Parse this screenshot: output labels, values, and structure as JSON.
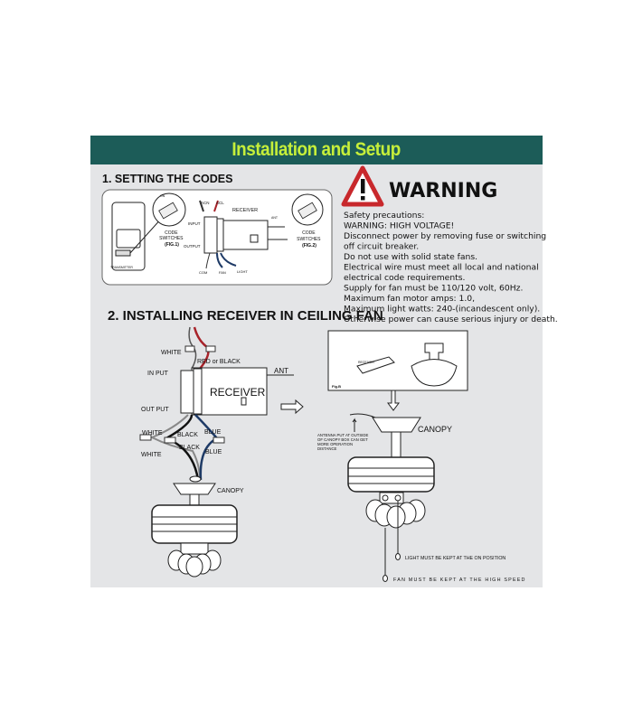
{
  "title": "Installation and Setup",
  "section1": {
    "heading": "1. SETTING THE CODES",
    "labels": {
      "acn": "ACN",
      "acl": "ACL",
      "receiver": "RECEIVER",
      "input": "INPUT",
      "output": "OUTPUT",
      "ant": "ANT",
      "com": "COM",
      "fan": "FAN",
      "light": "LIGHT",
      "code_switches_1": [
        "CODE",
        "SWITCHES",
        "(FIG.1)"
      ],
      "code_switches_2": [
        "CODE",
        "SWITCHES",
        "(FIG.2)"
      ],
      "transmitter": "TRANSMITTER",
      "on": "ON"
    }
  },
  "warning": {
    "heading": "WARNING",
    "lines": [
      "Safety precautions:",
      "WARNING: HIGH VOLTAGE!",
      "Disconnect power by removing fuse or switching",
      "off circuit breaker.",
      "Do not use with solid state fans.",
      "Electrical wire must meet all local and national",
      "electrical code requirements.",
      "Supply for fan must be 110/120 volt, 60Hz.",
      "Maximum fan motor amps: 1.0,",
      "Maximum light watts: 240-(incandescent only).",
      "Otherwise power can cause serious injury or death."
    ],
    "colors": {
      "triangle": "#c8282c"
    }
  },
  "section2": {
    "heading": "2. INSTALLING RECEIVER IN CEILING FAN",
    "left": {
      "white_top": "WHITE",
      "red_or_black": "RED or BLACK",
      "input": "IN PUT",
      "output": "OUT PUT",
      "receiver": "RECEIVER",
      "ant": "ANT",
      "white_1": "WHITE",
      "white_2": "WHITE",
      "black_1": "BLACK",
      "black_2": "BLACK",
      "blue_1": "BLUE",
      "blue_2": "BLUE",
      "canopy": "CANOPY"
    },
    "right": {
      "fig_label": "Fig.B",
      "receiver": "RECEIVER",
      "canopy": "CANOPY",
      "antenna_note": [
        "ANTENNA PUT AT OUTSIDE",
        "OF CANOPY BOX CAN GET",
        "MORE OPERATION",
        "DISTANCE"
      ],
      "light_note": "LIGHT MUST BE KEPT AT THE  ON POSITION",
      "fan_note": "FAN MUST BE KEPT AT THE HIGH SPEED"
    }
  },
  "colors": {
    "header_bg": "#1c5c58",
    "title": "#c6ef3a",
    "panel_bg": "#e4e5e7",
    "red_wire": "#a8232a",
    "blue_wire": "#1e3a66"
  }
}
